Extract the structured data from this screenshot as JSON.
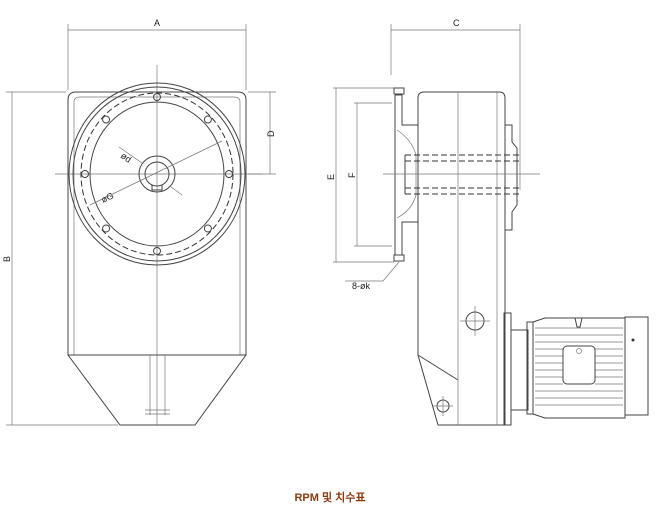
{
  "drawing": {
    "dim_labels": {
      "a": "A",
      "b": "B",
      "c": "C",
      "d": "D",
      "e": "E",
      "f": "F",
      "phi_d": "ød",
      "phi_g": "øG",
      "bolt_holes": "8-øk"
    }
  },
  "caption": "RPM 및 치수표",
  "colors": {
    "caption": "#8b3a0e",
    "line": "#444444"
  }
}
